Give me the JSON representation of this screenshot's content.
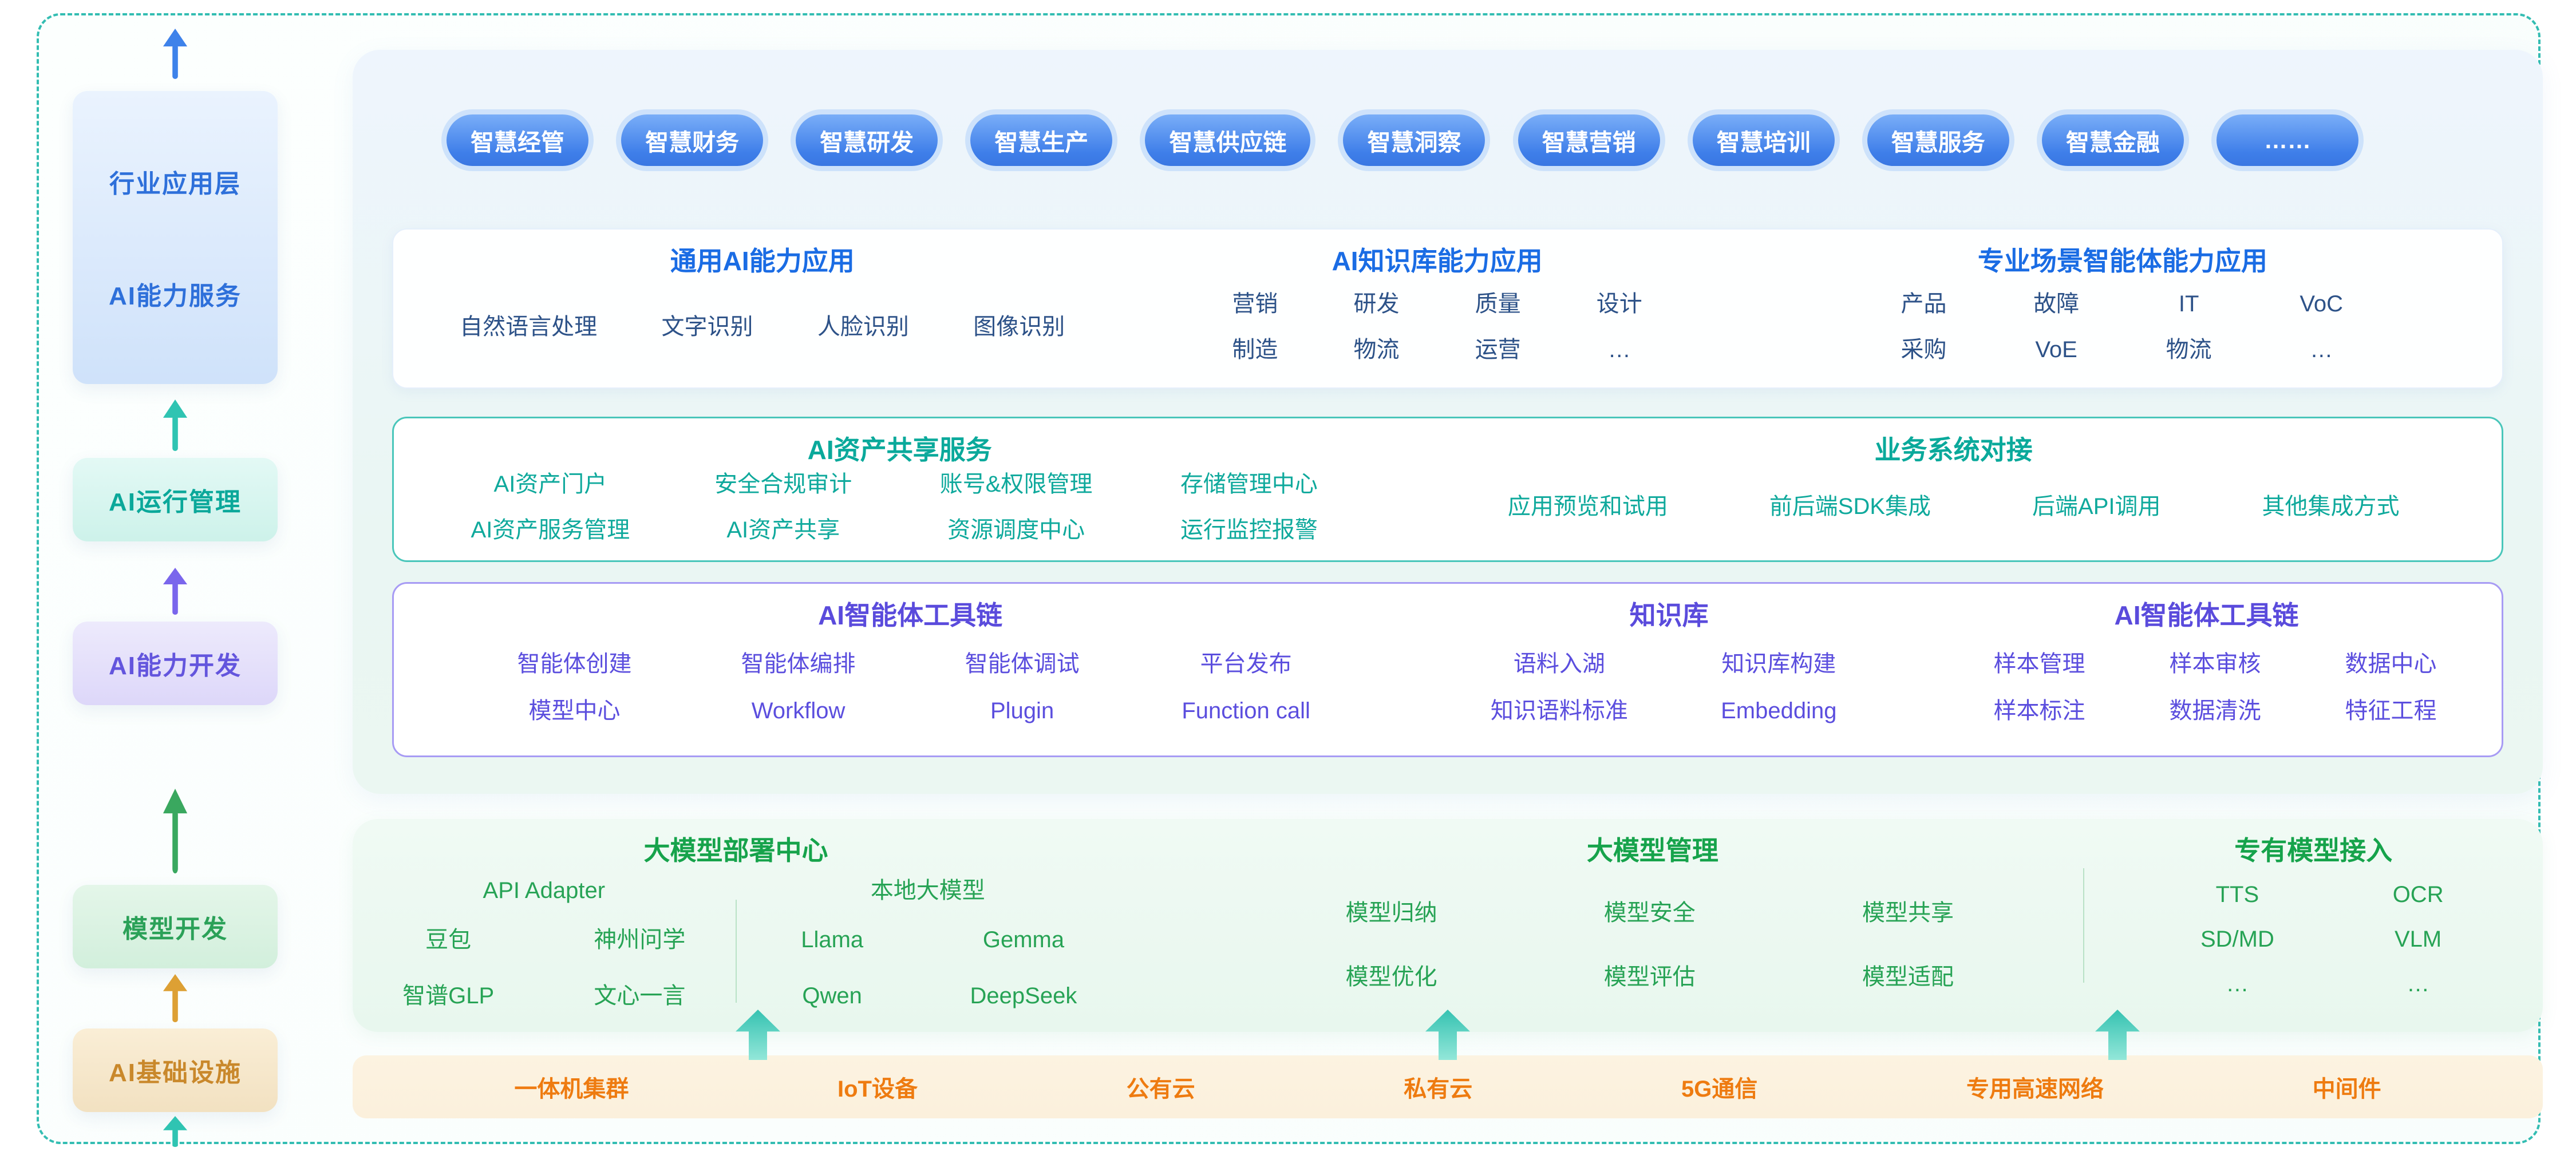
{
  "colors": {
    "frame_dash": "#33bdb2",
    "blue_header": "#1a6ce4",
    "navy_item": "#2d5288",
    "teal_accent": "#0aa99b",
    "purple_accent": "#5a4bdc",
    "green_accent": "#16a34b",
    "orange_accent": "#ee7b10",
    "pill_blue": "#3e7ee9"
  },
  "sidebar": {
    "app_layer_top": "行业应用层",
    "app_layer_bottom": "AI能力服务",
    "run_mgmt": "AI运行管理",
    "capability_dev": "AI能力开发",
    "model_dev": "模型开发",
    "infrastructure": "AI基础设施"
  },
  "pills": [
    "智慧经管",
    "智慧财务",
    "智慧研发",
    "智慧生产",
    "智慧供应链",
    "智慧洞察",
    "智慧营销",
    "智慧培训",
    "智慧服务",
    "智慧金融",
    "……"
  ],
  "capability": {
    "general": {
      "title": "通用AI能力应用",
      "items": [
        "自然语言处理",
        "文字识别",
        "人脸识别",
        "图像识别"
      ]
    },
    "knowledge": {
      "title": "AI知识库能力应用",
      "rows": [
        [
          "营销",
          "研发",
          "质量",
          "设计"
        ],
        [
          "制造",
          "物流",
          "运营",
          "…"
        ]
      ]
    },
    "scene": {
      "title": "专业场景智能体能力应用",
      "rows": [
        [
          "产品",
          "故障",
          "IT",
          "VoC"
        ],
        [
          "采购",
          "VoE",
          "物流",
          "…"
        ]
      ]
    }
  },
  "asset": {
    "share": {
      "title": "AI资产共享服务",
      "rows": [
        [
          "AI资产门户",
          "安全合规审计",
          "账号&权限管理",
          "存储管理中心"
        ],
        [
          "AI资产服务管理",
          "AI资产共享",
          "资源调度中心",
          "运行监控报警"
        ]
      ]
    },
    "integration": {
      "title": "业务系统对接",
      "items": [
        "应用预览和试用",
        "前后端SDK集成",
        "后端API调用",
        "其他集成方式"
      ]
    }
  },
  "toolchain": {
    "agent": {
      "title": "AI智能体工具链",
      "rows": [
        [
          "智能体创建",
          "智能体编排",
          "智能体调试",
          "平台发布"
        ],
        [
          "模型中心",
          "Workflow",
          "Plugin",
          "Function call"
        ]
      ]
    },
    "kb": {
      "title": "知识库",
      "rows": [
        [
          "语料入湖",
          "知识库构建"
        ],
        [
          "知识语料标准",
          "Embedding"
        ]
      ]
    },
    "data": {
      "title": "AI智能体工具链",
      "rows": [
        [
          "样本管理",
          "样本审核",
          "数据中心"
        ],
        [
          "样本标注",
          "数据清洗",
          "特征工程"
        ]
      ]
    }
  },
  "models": {
    "deploy": {
      "title": "大模型部署中心",
      "api": {
        "label": "API Adapter",
        "rows": [
          [
            "豆包",
            "神州问学"
          ],
          [
            "智谱GLP",
            "文心一言"
          ]
        ]
      },
      "local": {
        "label": "本地大模型",
        "rows": [
          [
            "Llama",
            "Gemma"
          ],
          [
            "Qwen",
            "DeepSeek"
          ]
        ]
      }
    },
    "manage": {
      "title": "大模型管理",
      "rows": [
        [
          "模型归纳",
          "模型安全",
          "模型共享"
        ],
        [
          "模型优化",
          "模型评估",
          "模型适配"
        ]
      ]
    },
    "private": {
      "title": "专有模型接入",
      "rows": [
        [
          "TTS",
          "OCR"
        ],
        [
          "SD/MD",
          "VLM"
        ],
        [
          "…",
          "…"
        ]
      ]
    }
  },
  "infra": {
    "items": [
      "一体机集群",
      "IoT设备",
      "公有云",
      "私有云",
      "5G通信",
      "专用高速网络",
      "中间件"
    ]
  }
}
